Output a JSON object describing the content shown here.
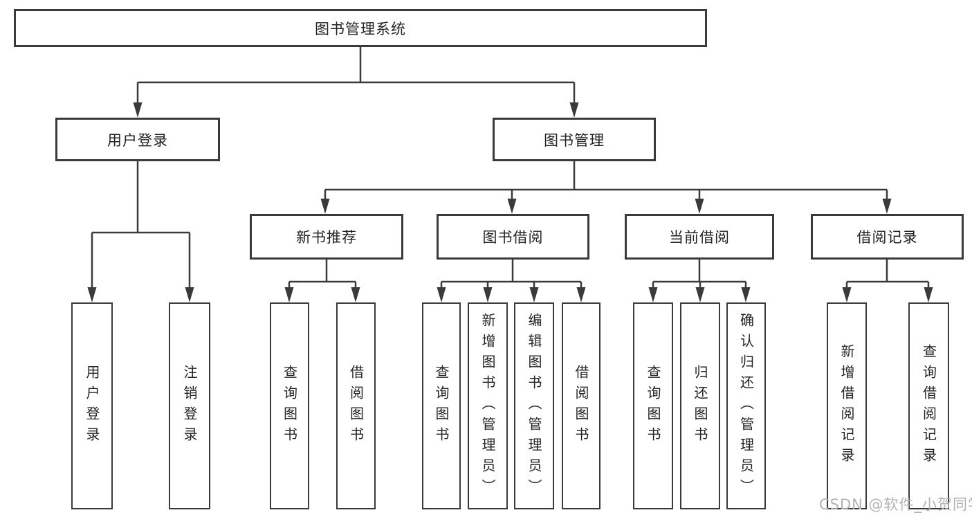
{
  "colors": {
    "line": "#3a3a3a",
    "box_border": "#3a3a3a",
    "text": "#242424",
    "watermark": "#b2b2b2",
    "background": "#ffffff"
  },
  "diagram": {
    "root": {
      "label": "图书管理系统"
    },
    "branches": [
      {
        "label": "用户登录",
        "children": [
          {
            "label": "用户登录"
          },
          {
            "label": "注销登录"
          }
        ]
      },
      {
        "label": "图书管理",
        "children": [
          {
            "label": "新书推荐",
            "children": [
              {
                "label": "查询图书"
              },
              {
                "label": "借阅图书"
              }
            ]
          },
          {
            "label": "图书借阅",
            "children": [
              {
                "label": "查询图书"
              },
              {
                "label": "新增图书（管理员）"
              },
              {
                "label": "编辑图书（管理员）"
              },
              {
                "label": "借阅图书"
              }
            ]
          },
          {
            "label": "当前借阅",
            "children": [
              {
                "label": "查询图书"
              },
              {
                "label": "归还图书"
              },
              {
                "label": "确认归还（管理员）"
              }
            ]
          },
          {
            "label": "借阅记录",
            "children": [
              {
                "label": "新增借阅记录"
              },
              {
                "label": "查询借阅记录"
              }
            ]
          }
        ]
      }
    ]
  },
  "watermark": {
    "text": "CSDN @软件_小贺同学"
  }
}
